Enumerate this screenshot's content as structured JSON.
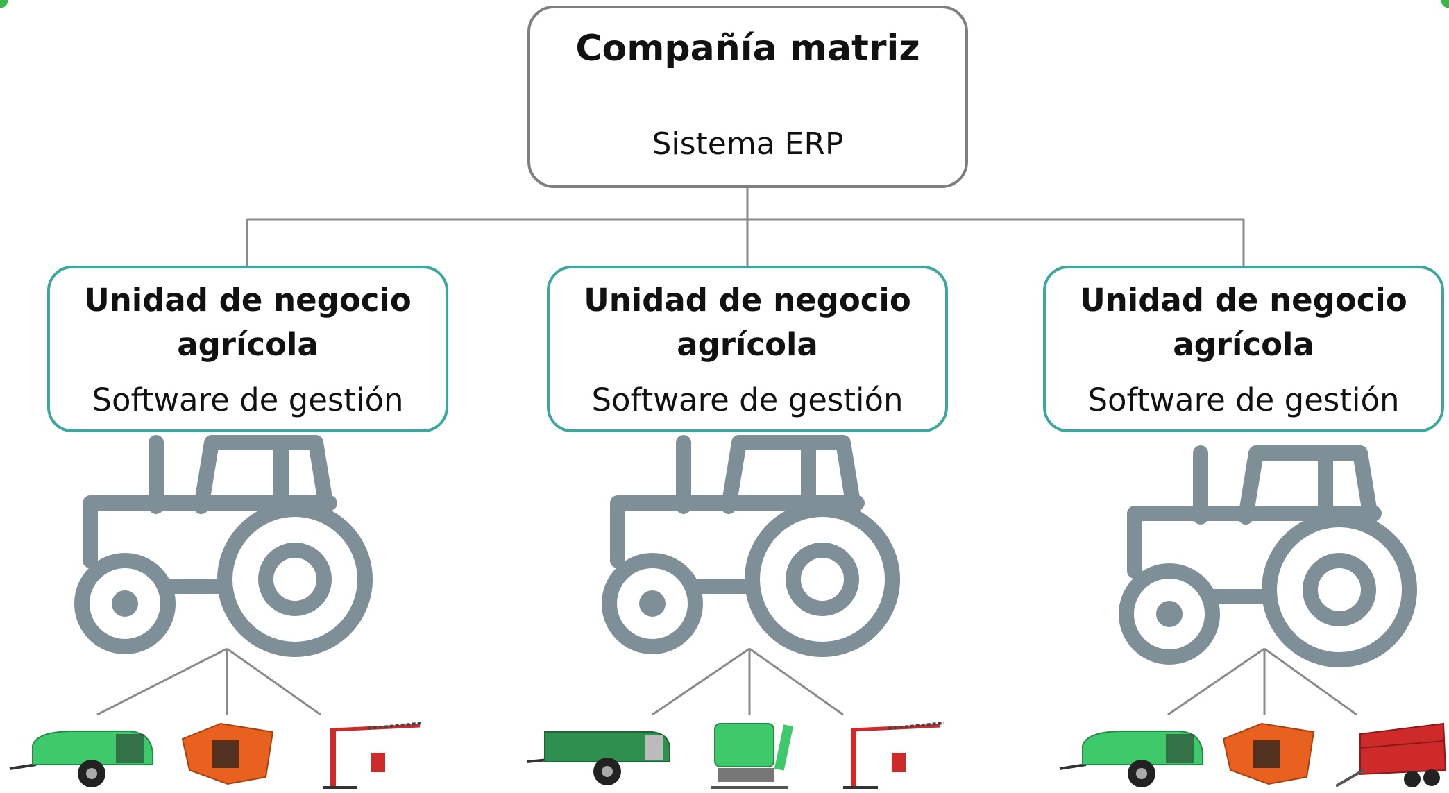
{
  "parent": {
    "title": "Compañía matriz",
    "subtitle": "Sistema ERP"
  },
  "units": [
    {
      "title": "Unidad de negocio agrícola",
      "subtitle": "Software de gestión"
    },
    {
      "title": "Unidad de negocio agrícola",
      "subtitle": "Software de gestión"
    },
    {
      "title": "Unidad de negocio agrícola",
      "subtitle": "Software de gestión"
    }
  ],
  "icons": {
    "tractor": "tractor-icon",
    "machines": [
      [
        "green-sprayer-icon",
        "orange-mulcher-icon",
        "red-hedge-trimmer-icon"
      ],
      [
        "green-tank-sprayer-icon",
        "green-mounted-sprayer-icon",
        "red-hedge-trimmer-icon"
      ],
      [
        "green-sprayer-icon",
        "orange-mulcher-icon",
        "red-trailer-icon"
      ]
    ]
  },
  "colors": {
    "parent_border": "#7f7f7f",
    "unit_border": "#3aa99c",
    "tractor": "#7f8f97",
    "connector": "#8a8a8a",
    "machine_green": "#3ec96a",
    "machine_orange": "#e8611f",
    "machine_red": "#cf2a2a"
  }
}
